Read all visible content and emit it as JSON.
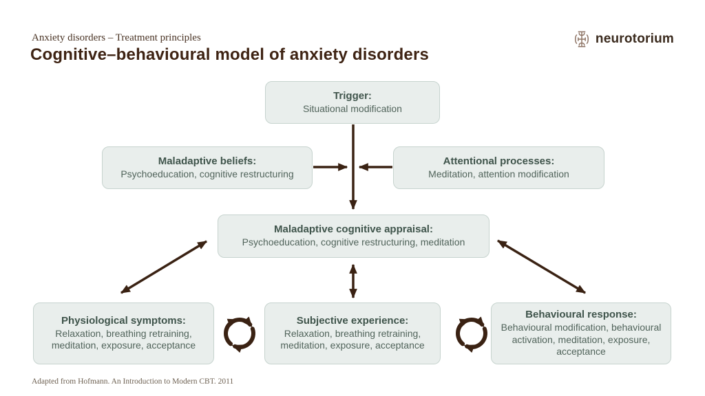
{
  "page": {
    "eyebrow": "Anxiety disorders – Treatment principles",
    "title": "Cognitive–behavioural model of anxiety disorders",
    "footnote": "Adapted from Hofmann. An Introduction to Modern CBT. 2011"
  },
  "logo": {
    "text": "neurotorium",
    "icon": "brain-circuit-icon"
  },
  "colors": {
    "accent_brown": "#3a2213",
    "logo_brown": "#8d7364",
    "box_fill": "#e9eeec",
    "box_border": "#c6d3ce",
    "box_title_text": "#3f544b",
    "box_body_text": "#50635a"
  },
  "boxes": {
    "trigger": {
      "title": "Trigger:",
      "body": "Situational modification"
    },
    "beliefs": {
      "title": "Maladaptive beliefs:",
      "body": "Psychoeducation, cognitive restructuring"
    },
    "attentional": {
      "title": "Attentional processes:",
      "body": "Meditation, attention modification"
    },
    "appraisal": {
      "title": "Maladaptive cognitive appraisal:",
      "body": "Psychoeducation, cognitive restructuring, meditation"
    },
    "physiological": {
      "title": "Physiological symptoms:",
      "body": "Relaxation, breathing retraining, meditation, exposure, acceptance"
    },
    "subjective": {
      "title": "Subjective experience:",
      "body": "Relaxation, breathing retraining, meditation, exposure, acceptance"
    },
    "behavioural": {
      "title": "Behavioural response:",
      "body": "Behavioural modification, behavioural activation, meditation, exposure, acceptance"
    }
  },
  "arrows": {
    "trigger_to_appraisal": "down",
    "beliefs_to_center": "right",
    "attentional_to_center": "left",
    "appraisal_subjective": "bidirectional",
    "appraisal_physiological": "bidirectional",
    "appraisal_behavioural": "bidirectional",
    "physiological_subjective_cycle": "cycle",
    "subjective_behavioural_cycle": "cycle"
  }
}
